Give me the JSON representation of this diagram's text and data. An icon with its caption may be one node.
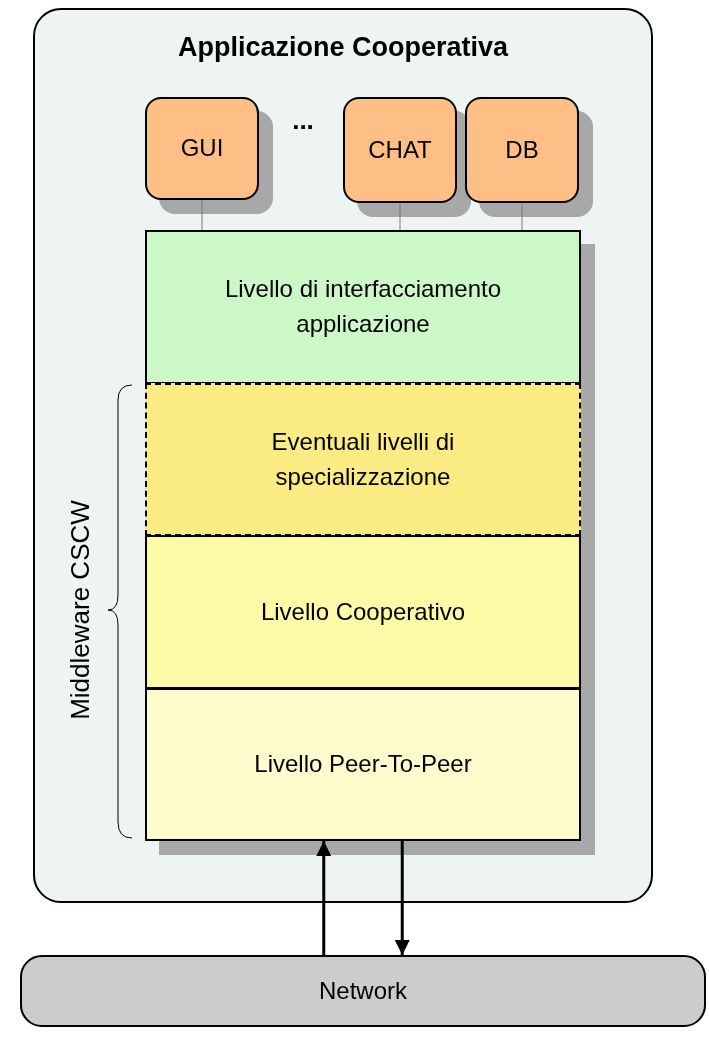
{
  "diagram": {
    "nodes": [
      {
        "text": [
          "Applicazione Cooperativa"
        ]
      },
      {
        "text": [
          "GUI"
        ],
        "in": 0
      },
      {
        "text": [
          "CHAT"
        ],
        "in": 0
      },
      {
        "text": [
          "DB"
        ],
        "in": 0
      },
      {
        "text": [
          "Livello di interfacciamento applicazione"
        ],
        "in": 0
      },
      {
        "text": [
          "Eventuali livelli di specializzazione"
        ],
        "in": 0
      },
      {
        "text": [
          "Livello Cooperativo"
        ],
        "in": 0
      },
      {
        "text": [
          "Livello Peer-To-Peer"
        ],
        "in": 0
      },
      {
        "text": [
          "Network"
        ]
      }
    ],
    "edges": [
      {
        "from": 1,
        "to": 4,
        "arrow": "none"
      },
      {
        "from": 2,
        "to": 4,
        "arrow": "none"
      },
      {
        "from": 3,
        "to": 4,
        "arrow": "none"
      },
      {
        "from": 8,
        "to": 7,
        "arrow": "to",
        "color": "#000000",
        "style": "thick"
      },
      {
        "from": 7,
        "to": 8,
        "arrow": "to",
        "color": "#000000",
        "style": "thick"
      }
    ],
    "labels": [
      "...",
      "Middleware CSCW"
    ]
  }
}
